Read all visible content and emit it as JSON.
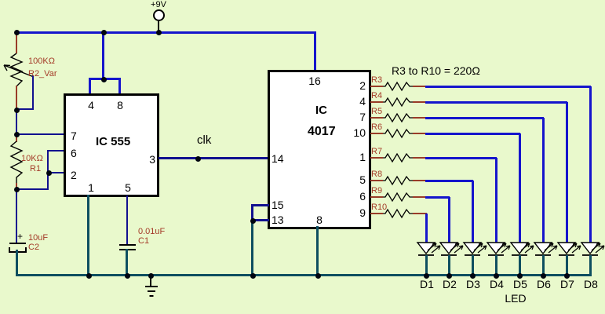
{
  "colors": {
    "background": "#e9f9cc",
    "wire_blue": "#1515cc",
    "wire_navy": "#11118f",
    "wire_teal": "#0e4f60",
    "lead_red": "#993c28",
    "label_red": "#a43b28",
    "ink": "#000000"
  },
  "power": {
    "label": "+9V"
  },
  "note": "R3 to R10 = 220Ω",
  "clk_label": "clk",
  "led_group_label": "LED",
  "ic555": {
    "title": "IC 555",
    "pin_top": [
      "4",
      "8"
    ],
    "pin_left": [
      "7",
      "6",
      "2"
    ],
    "pin_right": [
      "3"
    ],
    "pin_bottom": [
      "1",
      "5"
    ]
  },
  "ic4017": {
    "title_line1": "IC",
    "title_line2": "4017",
    "pin_top": [
      "16"
    ],
    "pin_left": [
      "14",
      "15",
      "13"
    ],
    "pin_bottom": [
      "8"
    ],
    "pin_right": [
      "2",
      "4",
      "7",
      "10",
      "1",
      "5",
      "6",
      "9"
    ]
  },
  "potentiometer": {
    "value": "100KΩ",
    "name": "R2_Var"
  },
  "resistor_r1": {
    "value": "10KΩ",
    "name": "R1"
  },
  "capacitor_c2": {
    "value": "10uF",
    "name": "C2",
    "polarity": "+"
  },
  "capacitor_c1": {
    "value": "0.01uF",
    "name": "C1"
  },
  "channels": [
    {
      "resistor": "R3",
      "led": "D8",
      "row": 110,
      "drop": 752
    },
    {
      "resistor": "R4",
      "led": "D7",
      "row": 130,
      "drop": 722
    },
    {
      "resistor": "R5",
      "led": "D6",
      "row": 150,
      "drop": 692
    },
    {
      "resistor": "R6",
      "led": "D5",
      "row": 170,
      "drop": 662
    },
    {
      "resistor": "R7",
      "led": "D4",
      "row": 201,
      "drop": 632
    },
    {
      "resistor": "R8",
      "led": "D3",
      "row": 230,
      "drop": 602
    },
    {
      "resistor": "R9",
      "led": "D2",
      "row": 251,
      "drop": 572
    },
    {
      "resistor": "R10",
      "led": "D1",
      "row": 272,
      "drop": 543
    }
  ]
}
